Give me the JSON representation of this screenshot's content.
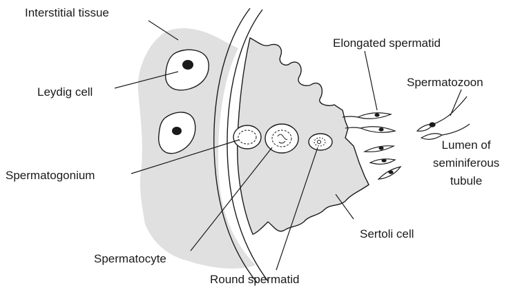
{
  "labels": {
    "interstitial_tissue": "Interstitial tissue",
    "leydig_cell": "Leydig cell",
    "spermatogonium": "Spermatogonium",
    "spermatocyte": "Spermatocyte",
    "round_spermatid": "Round spermatid",
    "elongated_spermatid": "Elongated spermatid",
    "spermatozoon": "Spermatozoon",
    "lumen": [
      "Lumen of",
      "seminiferous",
      "tubule"
    ],
    "sertoli_cell": "Sertoli cell"
  },
  "colors": {
    "tissue_fill": "#e0e0e0",
    "outline": "#1a1a1a",
    "background": "#ffffff"
  }
}
